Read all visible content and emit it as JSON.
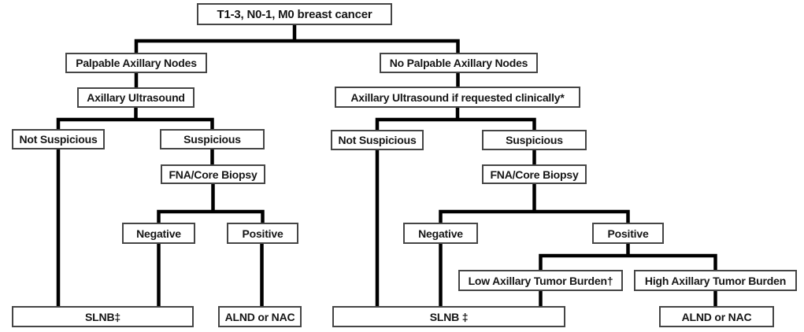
{
  "diagram": {
    "type": "flowchart",
    "topic": "Axillary staging / management decision tree for breast cancer"
  },
  "nodes": {
    "root": {
      "label": "T1-3, N0-1, M0 breast cancer"
    },
    "palpable": {
      "label": "Palpable Axillary Nodes"
    },
    "no_palpable": {
      "label": "No Palpable Axillary Nodes"
    },
    "ultrasound_left": {
      "label": "Axillary Ultrasound"
    },
    "ultrasound_right": {
      "label": "Axillary Ultrasound if requested clinically*"
    },
    "not_suspicious_left": {
      "label": "Not Suspicious"
    },
    "suspicious_left": {
      "label": "Suspicious"
    },
    "not_suspicious_right": {
      "label": "Not Suspicious"
    },
    "suspicious_right": {
      "label": "Suspicious"
    },
    "fna_left": {
      "label": "FNA/Core Biopsy"
    },
    "fna_right": {
      "label": "FNA/Core Biopsy"
    },
    "negative_left": {
      "label": "Negative"
    },
    "positive_left": {
      "label": "Positive"
    },
    "negative_right": {
      "label": "Negative"
    },
    "positive_right": {
      "label": "Positive"
    },
    "low_burden": {
      "label": "Low Axillary Tumor Burden†"
    },
    "high_burden": {
      "label": "High Axillary Tumor Burden"
    },
    "slnb_left": {
      "label": "SLNB‡"
    },
    "alnd_left": {
      "label": "ALND or NAC"
    },
    "slnb_right": {
      "label": "SLNB ‡"
    },
    "alnd_right": {
      "label": "ALND or NAC"
    }
  },
  "edges": [
    [
      "root",
      "palpable"
    ],
    [
      "root",
      "no_palpable"
    ],
    [
      "palpable",
      "ultrasound_left"
    ],
    [
      "ultrasound_left",
      "not_suspicious_left"
    ],
    [
      "ultrasound_left",
      "suspicious_left"
    ],
    [
      "suspicious_left",
      "fna_left"
    ],
    [
      "fna_left",
      "negative_left"
    ],
    [
      "fna_left",
      "positive_left"
    ],
    [
      "not_suspicious_left",
      "slnb_left"
    ],
    [
      "negative_left",
      "slnb_left"
    ],
    [
      "positive_left",
      "alnd_left"
    ],
    [
      "no_palpable",
      "ultrasound_right"
    ],
    [
      "ultrasound_right",
      "not_suspicious_right"
    ],
    [
      "ultrasound_right",
      "suspicious_right"
    ],
    [
      "suspicious_right",
      "fna_right"
    ],
    [
      "fna_right",
      "negative_right"
    ],
    [
      "fna_right",
      "positive_right"
    ],
    [
      "positive_right",
      "low_burden"
    ],
    [
      "positive_right",
      "high_burden"
    ],
    [
      "not_suspicious_right",
      "slnb_right"
    ],
    [
      "negative_right",
      "slnb_right"
    ],
    [
      "low_burden",
      "slnb_right"
    ],
    [
      "high_burden",
      "alnd_right"
    ]
  ],
  "colors": {
    "background": "#ffffff",
    "box_border": "#454545",
    "connector": "#000000",
    "text": "#161616"
  }
}
